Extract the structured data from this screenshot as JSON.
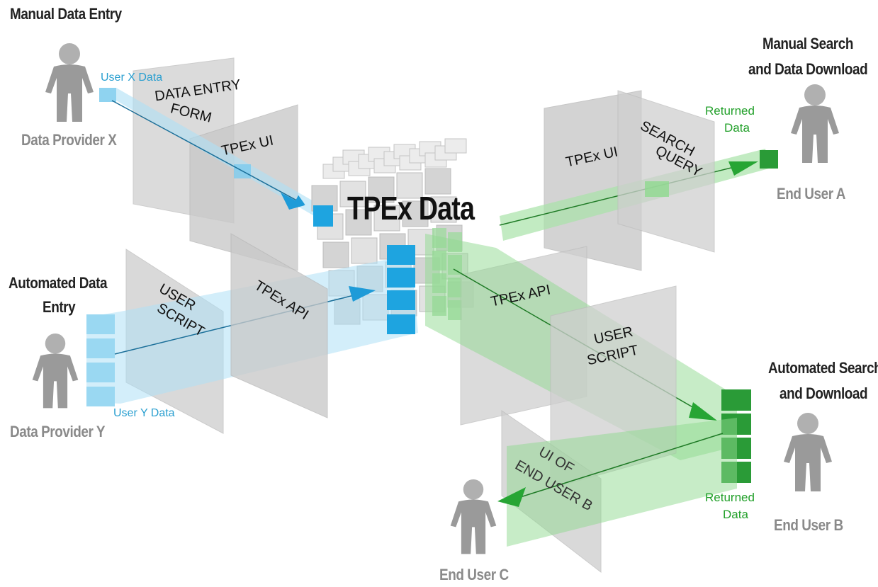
{
  "colors": {
    "blue": "#2aa7e0",
    "blue_light": "#aee0f5",
    "green": "#2aa33a",
    "green_light": "#a8e2a8",
    "panel": "#cfcfcf",
    "person": "#9a9a9a"
  },
  "titles": {
    "manual_entry": "Manual Data Entry",
    "automated_entry_line1": "Automated Data",
    "automated_entry_line2": "Entry",
    "manual_search_line1": "Manual Search",
    "manual_search_line2": "and Data Download",
    "automated_search_line1": "Automated Search",
    "automated_search_line2": "and Download",
    "center": "TPEx Data"
  },
  "actors": {
    "provider_x": "Data Provider X",
    "provider_y": "Data Provider Y",
    "end_user_a": "End User A",
    "end_user_b": "End User B",
    "end_user_c": "End User C"
  },
  "data_labels": {
    "user_x": "User X Data",
    "user_y": "User Y Data",
    "returned_a_line1": "Returned",
    "returned_a_line2": "Data",
    "returned_b_line1": "Returned",
    "returned_b_line2": "Data"
  },
  "panels": {
    "data_entry_form_line1": "DATA ENTRY",
    "data_entry_form_line2": "FORM",
    "tpex_ui_left": "TPEx UI",
    "user_script_left_line1": "USER",
    "user_script_left_line2": "SCRIPT",
    "tpex_api_left": "TPEx API",
    "tpex_ui_right": "TPEx UI",
    "search_query_line1": "SEARCH",
    "search_query_line2": "QUERY",
    "tpex_api_right": "TPEx API",
    "user_script_right_line1": "USER",
    "user_script_right_line2": "SCRIPT",
    "ui_end_user_b_line1": "UI OF",
    "ui_end_user_b_line2": "END USER B"
  }
}
